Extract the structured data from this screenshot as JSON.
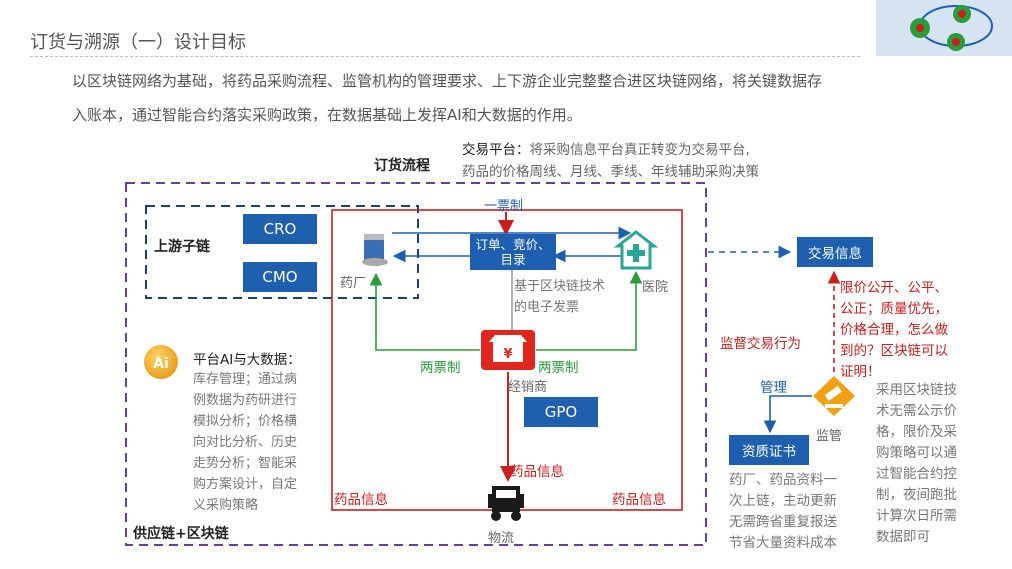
{
  "title": "订货与溯源（一）设计目标",
  "intro": {
    "line1": "以区块链网络为基础，将药品采购流程、监管机构的管理要求、上下游企业完整整合进区块链网络，将关键数据存",
    "line2": "入账本，通过智能合约落实采购政策，在数据基础上发挥AI和大数据的作用。"
  },
  "trade": {
    "heading": "交易平台：",
    "text1": "将采购信息平台真正转变为交易平台,",
    "text2": "药品的价格周线、月线、季线、年线辅助采购决策"
  },
  "order_flow_label": "订货流程",
  "one_ticket_label": "一票制",
  "upstream": {
    "title": "上游子链",
    "cro": "CRO",
    "cmo": "CMO"
  },
  "nodes": {
    "pharma": "药厂",
    "hospital": "医院",
    "order_box": "订单、竞价、目录",
    "distributor": "经销商",
    "gpo": "GPO",
    "logistics": "物流",
    "trade_info": "交易信息",
    "regulator": "监管",
    "qualification": "资质证书"
  },
  "invoice_note": "基于区块链技术的电子发票",
  "two_ticket_left": "两票制",
  "two_ticket_right": "两票制",
  "drug_info_center": "药品信息",
  "drug_info_left": "药品信息",
  "drug_info_right": "药品信息",
  "ai": {
    "title": "平台AI与大数据：",
    "lines": [
      "库存管理；通过病",
      "例数据为药研进行",
      "模拟分析；价格横",
      "向对比分析、历史",
      "走势分析；智能采",
      "购方案设计，自定",
      "义采购策略"
    ]
  },
  "supply_chain_label": "供应链+区块链",
  "supervise_label": "监督交易行为",
  "manage_label": "管理",
  "price_note_lines": [
    "限价公开、公平、",
    "公正；质量优先，",
    "价格合理，怎么做",
    "到的？区块链可以",
    "证明！"
  ],
  "qual_note_lines": [
    "药厂、药品资料一",
    "次上链，主动更新",
    "无需跨省重复报送",
    "节省大量资料成本"
  ],
  "reg_note_lines": [
    "采用区块链技",
    "术无需公示价",
    "格，限价及采",
    "购策略可以通",
    "过智能合约控",
    "制，夜间跑批",
    "计算次日所需",
    "数据即可"
  ],
  "colors": {
    "accent_blue": "#1f5fb0",
    "red": "#c8201e",
    "green": "#2a9d3a",
    "purple": "#6a3d9a"
  }
}
